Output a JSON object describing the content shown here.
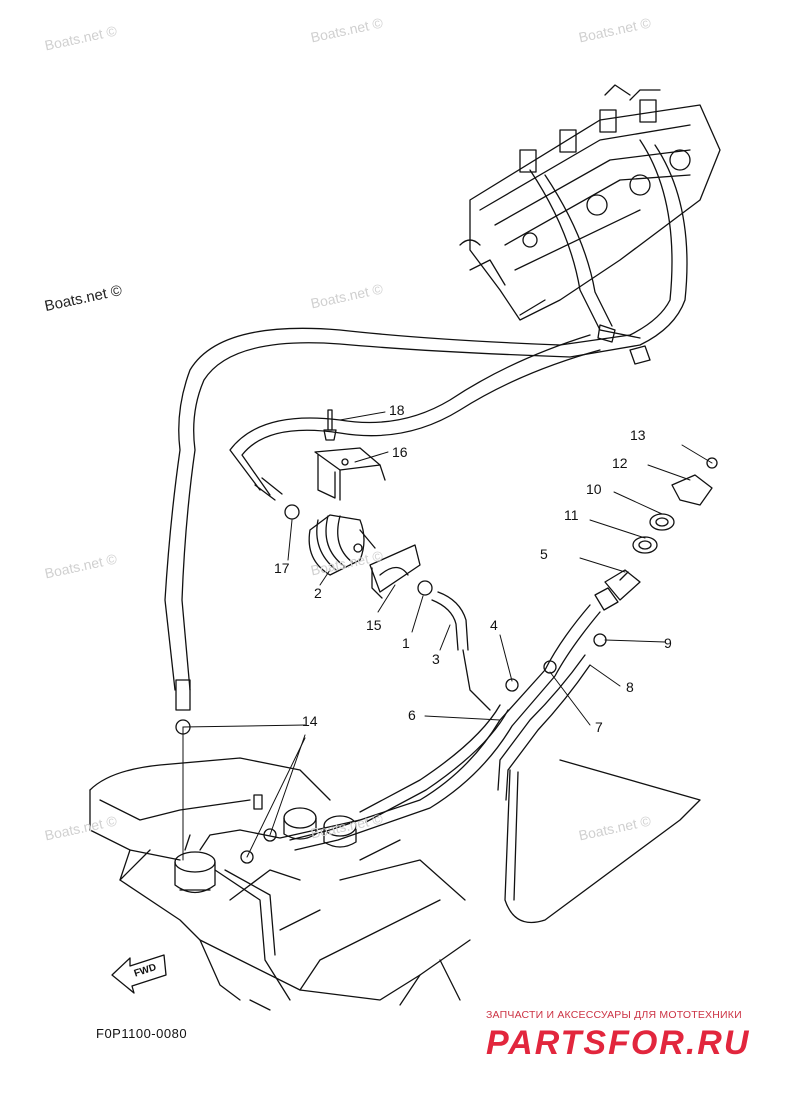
{
  "watermarks": {
    "wm1": "Boats.net ©",
    "wm2": "Boats.net ©",
    "wm3": "Boats.net ©",
    "wm4": "Boats.net ©",
    "wm5": "Boats.net ©",
    "wm6": "Boats.net ©",
    "wm7": "Boats.net ©",
    "wm8": "Boats.net ©",
    "wm9": "Boats.net ©",
    "wm10": "Boats.net ©"
  },
  "callouts": {
    "c1": "1",
    "c2": "2",
    "c3": "3",
    "c4": "4",
    "c5": "5",
    "c6": "6",
    "c7": "7",
    "c8": "8",
    "c9": "9",
    "c10": "10",
    "c11": "11",
    "c12": "12",
    "c13": "13",
    "c14": "14",
    "c15": "15",
    "c16": "16",
    "c17": "17",
    "c18": "18"
  },
  "fwd_label": "FWD",
  "diagram_code": "F0P1100-0080",
  "brand": {
    "tagline": "ЗАПЧАСТИ И АКСЕССУАРЫ ДЛЯ МОТОТЕХНИКИ",
    "name": "PARTSFOR.RU"
  },
  "colors": {
    "line": "#111111",
    "watermark": "#d0d0d0",
    "brand": "#e2263d"
  }
}
